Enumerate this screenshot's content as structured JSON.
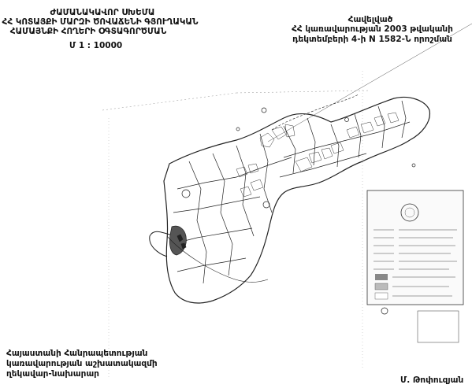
{
  "header_left": {
    "line1": "ԺԱՄԱՆԱԿԱՎՈՐ ՍԽԵՄԱ",
    "line2": "ՀՀ ԿՈՏԱՅՔԻ ՄԱՐԶԻ ԾՈՎԱՃԵՆԻ ԳՅՈՒՂԱԿԱՆ",
    "line3": "ՀԱՄԱՅՆՔԻ ՀՈՂԵՐԻ ՕԳՏԱԳՈՐԾՄԱՆ",
    "scale": "Մ 1 : 10000"
  },
  "header_right": {
    "line1": "Հավելված",
    "line2": "ՀՀ կառավարության 2003 թվականի",
    "line3": "դեկտեմբերի 4-ի N 1582-Ն որոշման"
  },
  "footer_left": {
    "line1": "Հայաստանի Հանրապետության",
    "line2": "կառավարության աշխատակազմի",
    "line3": "ղեկավար-նախարար"
  },
  "footer_right": {
    "signatory": "Մ. Թոփուզյան"
  }
}
